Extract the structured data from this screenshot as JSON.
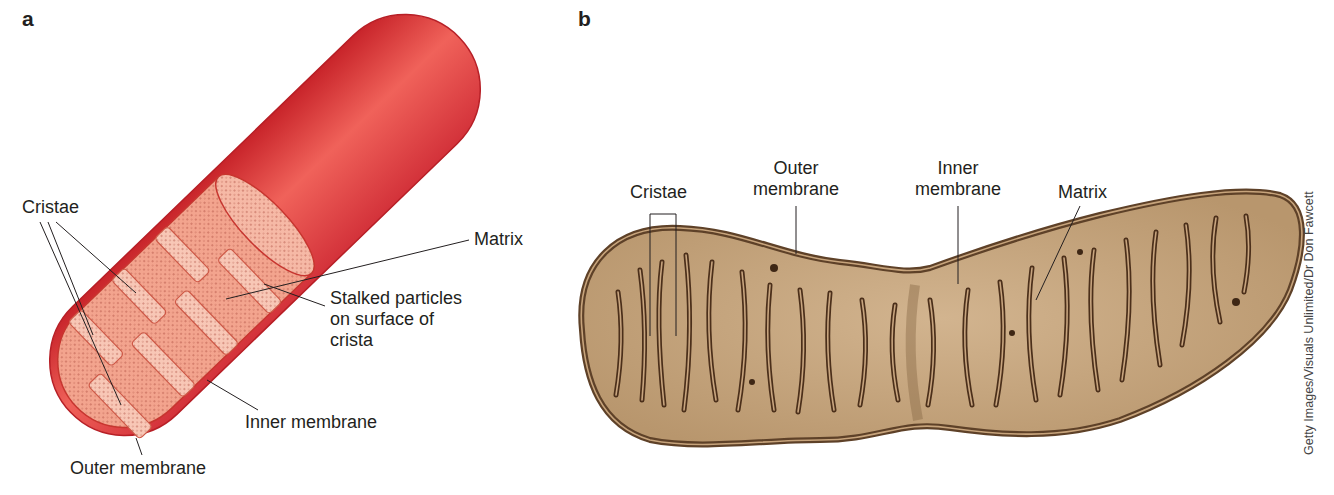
{
  "diagram": {
    "labels": [
      "a",
      "b",
      "Cristae",
      "Matrix",
      "Stalked particles on surface of crista",
      "Inner membrane",
      "Outer membrane",
      "Cristae",
      "Outer membrane",
      "Inner membrane",
      "Matrix",
      "Getty Images/Visuals Unlimited/Dr Don Fawcett"
    ]
  }
}
